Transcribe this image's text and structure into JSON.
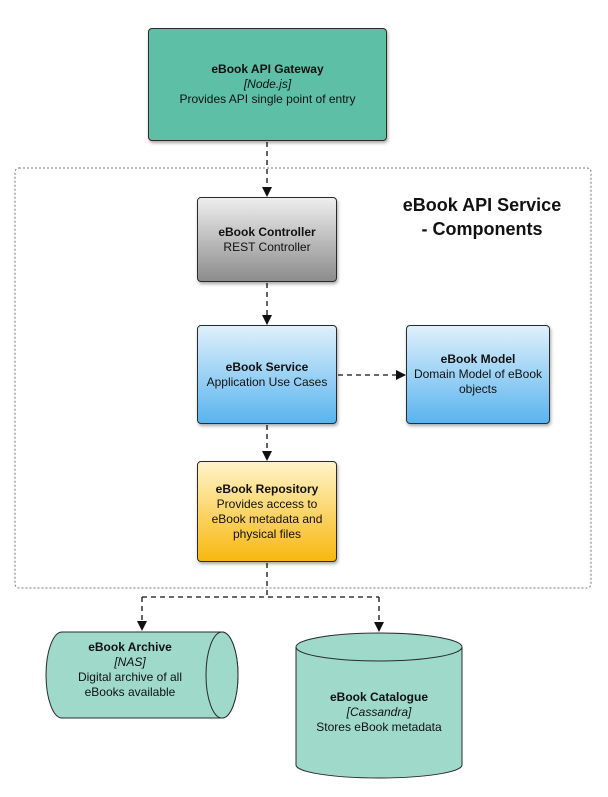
{
  "boundary": {
    "title_line1": "eBook API Service",
    "title_line2": "- Components"
  },
  "gateway": {
    "title": "eBook API Gateway",
    "tech": "[Node.js]",
    "desc": "Provides API single point of entry"
  },
  "controller": {
    "title": "eBook Controller",
    "desc": "REST Controller"
  },
  "service": {
    "title": "eBook Service",
    "desc": "Application Use Cases"
  },
  "model": {
    "title": "eBook Model",
    "desc_line1": "Domain Model of eBook",
    "desc_line2": "objects"
  },
  "repository": {
    "title": "eBook Repository",
    "desc_line1": "Provides access to",
    "desc_line2": "eBook metadata and",
    "desc_line3": "physical files"
  },
  "archive": {
    "title": "eBook Archive",
    "tech": "[NAS]",
    "desc_line1": "Digital archive of all",
    "desc_line2": "eBooks available"
  },
  "catalogue": {
    "title": "eBook Catalogue",
    "tech": "[Cassandra]",
    "desc": "Stores eBook metadata"
  },
  "colors": {
    "gateway": "#5cbfa6",
    "storage": "#9fd9c9",
    "controller": "#a6a6a6",
    "service": "#59b4ef",
    "repository": "#f8b80e",
    "border": "#2b2b2b"
  }
}
